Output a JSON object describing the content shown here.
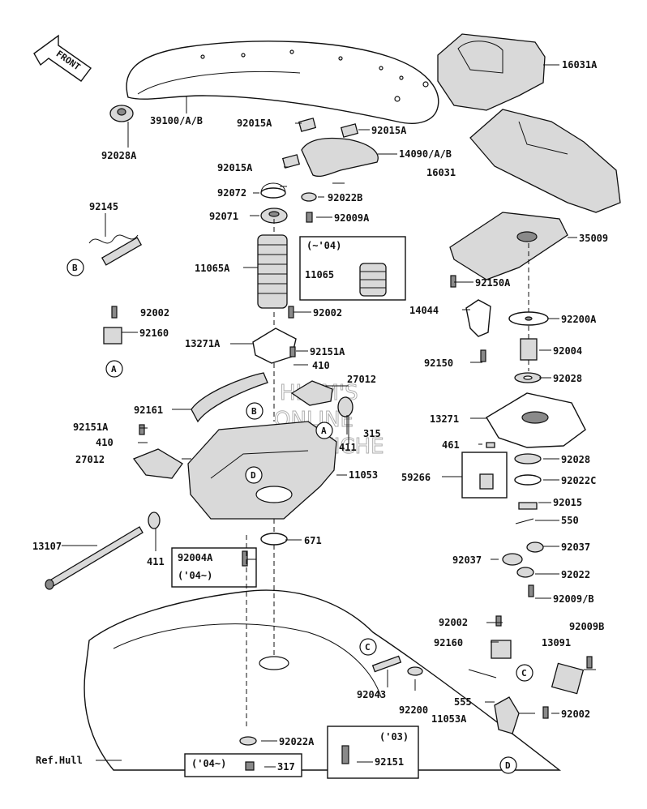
{
  "front_arrow": "FRONT",
  "watermark": [
    "HLSM'S",
    "ONLINE",
    "MICROFICHE"
  ],
  "parts": {
    "p16031A": "16031A",
    "p39100": "39100/A/B",
    "p92015A_1": "92015A",
    "p92015A_2": "92015A",
    "p92028A": "92028A",
    "p14090": "14090/A/B",
    "p92015A_3": "92015A",
    "p16031": "16031",
    "p92072": "92072",
    "p92022B": "92022B",
    "p92145": "92145",
    "p92071": "92071",
    "p92009A": "92009A",
    "p35009": "35009",
    "p11065": "11065",
    "p11065A": "11065A",
    "p92150A": "92150A",
    "p92002_1": "92002",
    "p92002_2": "92002",
    "p14044": "14044",
    "p92200A": "92200A",
    "p92160_1": "92160",
    "p13271A": "13271A",
    "p92151A_1": "92151A",
    "p410_1": "410",
    "p92150": "92150",
    "p92004": "92004",
    "p27012_1": "27012",
    "p92028_1": "92028",
    "p92161": "92161",
    "p13271": "13271",
    "p315": "315",
    "p92151A_2": "92151A",
    "p410_2": "410",
    "p411_1": "411",
    "p461": "461",
    "p92028_2": "92028",
    "p27012_2": "27012",
    "p11053": "11053",
    "p59266": "59266",
    "p92022C": "92022C",
    "p92015": "92015",
    "p550": "550",
    "p13107": "13107",
    "p671": "671",
    "p92037_1": "92037",
    "p92004A": "92004A",
    "p411_2": "411",
    "p92037_2": "92037",
    "p92022": "92022",
    "p92009B_slash": "92009/B",
    "p92002_3": "92002",
    "p92009B": "92009B",
    "p92160_2": "92160",
    "p13091": "13091",
    "p92043": "92043",
    "p92200": "92200",
    "p555": "555",
    "p11053A": "11053A",
    "p92002_4": "92002",
    "p92022A": "92022A",
    "p92151": "92151",
    "p317": "317",
    "refhull": "Ref.Hull"
  },
  "notes": {
    "n04a": "(~'04)",
    "n04b": "('04~)",
    "n04c": "('04~)",
    "n03": "('03)"
  },
  "callouts": {
    "B1": "B",
    "B2": "B",
    "A1": "A",
    "A2": "A",
    "D1": "D",
    "D2": "D",
    "C1": "C",
    "C2": "C"
  }
}
